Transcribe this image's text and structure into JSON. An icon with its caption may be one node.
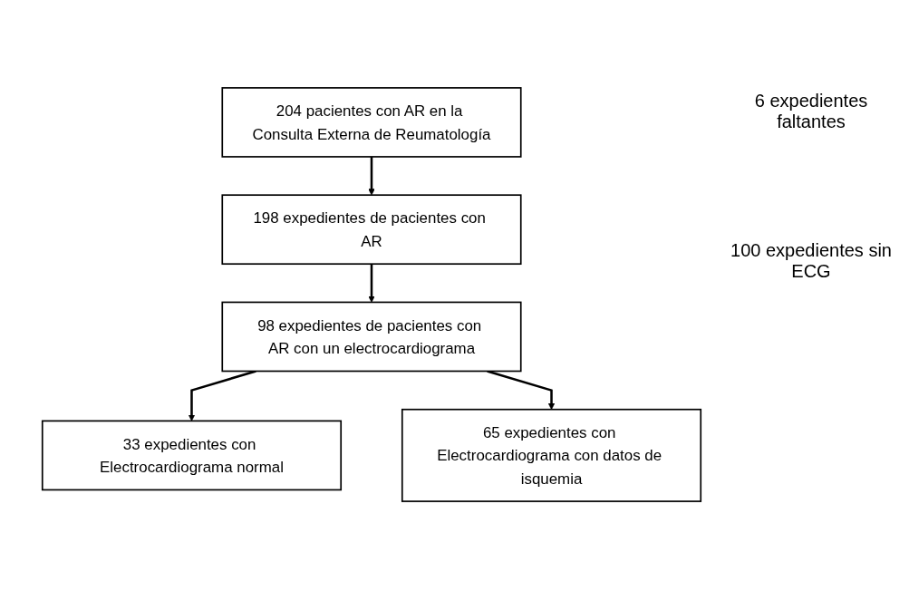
{
  "diagram": {
    "nodes": [
      {
        "text": [
          "204 pacientes con AR en la Consulta Externa de Reumatología"
        ]
      },
      {
        "text": [
          "198 expedientes de pacientes con AR"
        ]
      },
      {
        "text": [
          "98 expedientes de pacientes con AR con un electrocardiograma"
        ]
      },
      {
        "text": [
          "33 expedientes con Electrocardiograma normal"
        ]
      },
      {
        "text": [
          "65 expedientes con Electrocardiograma con datos de isquemia"
        ]
      }
    ],
    "edges": [
      {
        "from": 0,
        "to": 1,
        "arrow": "to"
      },
      {
        "from": 1,
        "to": 2,
        "arrow": "to"
      },
      {
        "from": 2,
        "to": 3,
        "arrow": "to"
      },
      {
        "from": 2,
        "to": 4,
        "arrow": "to"
      }
    ],
    "labels": [
      "6 expedientes faltantes",
      "100 expedientes sin ECG"
    ]
  }
}
